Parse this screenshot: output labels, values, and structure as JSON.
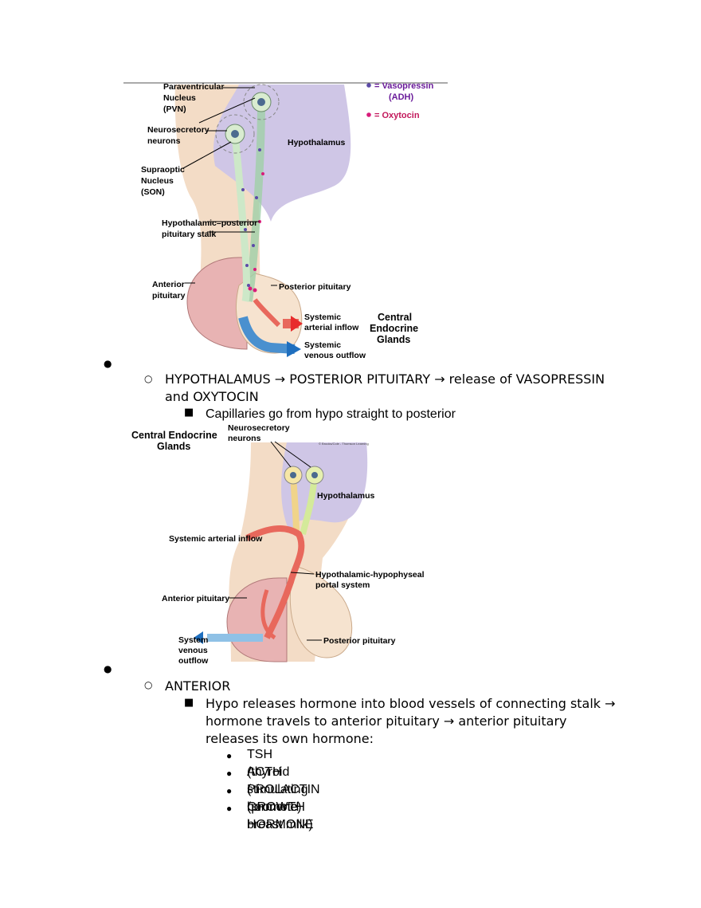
{
  "figure1": {
    "labels": {
      "pvn": [
        "Paraventricular",
        "Nucleus",
        "(PVN)"
      ],
      "neurosecretory": [
        "Neurosecretory",
        "neurons"
      ],
      "son": [
        "Supraoptic",
        "Nucleus",
        "(SON)"
      ],
      "stalk": [
        "Hypothalamic–posterior",
        "pituitary stalk"
      ],
      "anterior": [
        "Anterior",
        "pituitary"
      ],
      "hypothalamus": "Hypothalamus",
      "posterior": "Posterior pituitary",
      "arterial": [
        "Systemic",
        "arterial inflow"
      ],
      "venous": [
        "Systemic",
        "venous outflow"
      ],
      "central": [
        "Central",
        "Endocrine",
        "Glands"
      ]
    },
    "legend": {
      "vasopressin": [
        "= Vasopressin",
        "(ADH)"
      ],
      "oxytocin": "= Oxytocin",
      "vasopressin_color": "#5c4aa8",
      "oxytocin_color": "#d81b7a"
    }
  },
  "section1": {
    "level2": [
      "HYPOTHALAMUS → POSTERIOR PITUITARY → release of VASOPRESSIN",
      "and OXYTOCIN"
    ],
    "level3": "Capillaries go from hypo straight to posterior"
  },
  "figure2": {
    "labels": {
      "central": [
        "Central Endocrine",
        "Glands"
      ],
      "neurosecretory": [
        "Neurosecretory",
        "neurons"
      ],
      "copyright": "© Brooks/Cole - Thomson Learning",
      "hypothalamus": "Hypothalamus",
      "arterial": "Systemic arterial inflow",
      "portal": [
        "Hypothalamic-hypophyseal",
        "portal system"
      ],
      "anterior": "Anterior pituitary",
      "venous": [
        "System",
        "venous",
        "outflow"
      ],
      "posterior": "Posterior pituitary"
    }
  },
  "section2": {
    "level2": "ANTERIOR",
    "level3": [
      "Hypo releases hormone into blood vessels of connecting stalk →",
      "hormone travels to anterior pituitary → anterior pituitary",
      "releases its own hormone:"
    ],
    "level4": [
      "TSH (thyroid stimulating hormone)",
      "ACTH (",
      "PROLACTIN (promote breast milk)",
      "GROWTH HORMONE"
    ]
  },
  "colors": {
    "hypothalamus": "#cfc6e6",
    "tissue": "#f3dcc6",
    "anterior_pituitary": "#e8b3b3",
    "artery": "#e8685c",
    "vein": "#4a90cf",
    "neuron": "#d9ecd0"
  }
}
